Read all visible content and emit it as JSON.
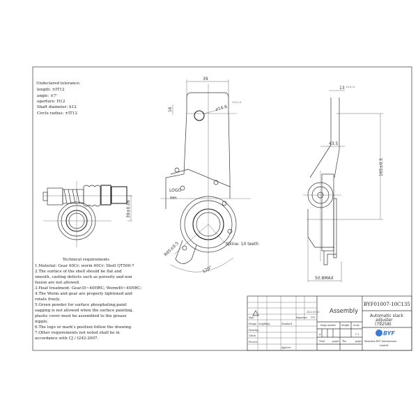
{
  "tolerance": {
    "title": "Undeclared tolerance:",
    "lines": [
      "length: ±IT12",
      "angle: ±7'",
      "operture: H12",
      "Shaft diameter: h12",
      "Circle radius: ±IT12"
    ]
  },
  "requirements": {
    "title": "Technical requirements",
    "lines": [
      "1.Material: Gear 40Cr; worm 40Cr; Shell QT500-7",
      "2.The surface of the shell should be flat and",
      "smooth, casting defects such as porosity and non",
      "fusion are not allowed.",
      "3.Heat treatment: Gear35~40HRC; Worm40~45HRC;",
      "4.The Worm and gear are properly tightened and",
      "rotate freely.",
      "5.Green powder for surface phosphating;paint",
      "sagging is not allowed when the surface painting,",
      "plastic cover must be assembled to the grease",
      "nipple.",
      "6.The logo or mark's position follow the drawing.",
      "7.Other requirements not noted shall be in",
      "accordance with CJ / t242-2007."
    ]
  },
  "dimensions": {
    "width_39": "39",
    "height_16": "16",
    "hole": "⌀14.6",
    "hole_tol": "+0.2 / 0",
    "d_13": "13",
    "d_13_tol": "+0.5 / 0",
    "d_43_5": "43.5",
    "d_165": "165±0.5",
    "d_50_8": "50.8MAX",
    "d_39_06": "39±0.06",
    "r65": "R65±0.5",
    "spline": "spline: 10 teeth",
    "angle": "120°",
    "logo": "LOGO",
    "mark": "表面码"
  },
  "title_block": {
    "drawing_name": "Assembly",
    "code": "BYF01007-10C135",
    "desc1": "Automatic slack",
    "desc2": "adjuster",
    "desc3": "(79258)",
    "company1": "Shenzhen BYF International",
    "company2": "Limited",
    "brand": "BYF",
    "labels": {
      "sign": "Sign",
      "design": "Design",
      "drawing": "Drawing",
      "check": "Check",
      "process": "Process",
      "signature": "Signature",
      "standard": "Standard",
      "approve": "Approve",
      "date": "2022.01.03",
      "ymd": "YYY",
      "stage": "Stage marker",
      "weight": "Weight",
      "scale": "Scale",
      "scale_val": "1:1",
      "a": "A",
      "total": "Total",
      "pages": "pages",
      "the": "The",
      "pages2": "pages",
      "weight_val": "weighting"
    }
  }
}
